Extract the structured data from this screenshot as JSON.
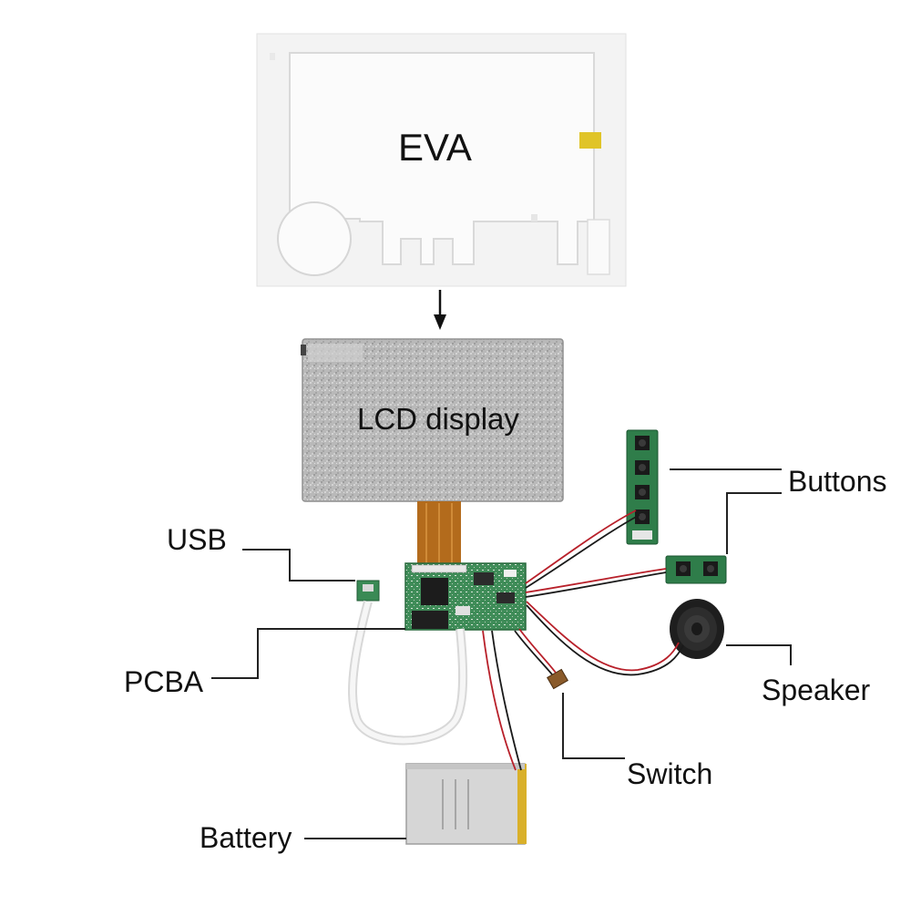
{
  "labels": {
    "eva": "EVA",
    "lcd": "LCD display",
    "buttons": "Buttons",
    "usb": "USB",
    "pcba": "PCBA",
    "speaker": "Speaker",
    "switch": "Switch",
    "battery": "Battery"
  },
  "colors": {
    "eva_foam": "#f1f1f1",
    "eva_tab": "#e0c428",
    "lcd_metal": "#b8b8b8",
    "flex_cable": "#b36b1c",
    "pcb_green": "#3e8b57",
    "chip": "#1c1c1c",
    "battery_silver": "#d4d4d4",
    "battery_tape": "#d9b02a",
    "wire_red": "#b8202a",
    "wire_black": "#1a1a1a",
    "leader_line": "#222222"
  }
}
